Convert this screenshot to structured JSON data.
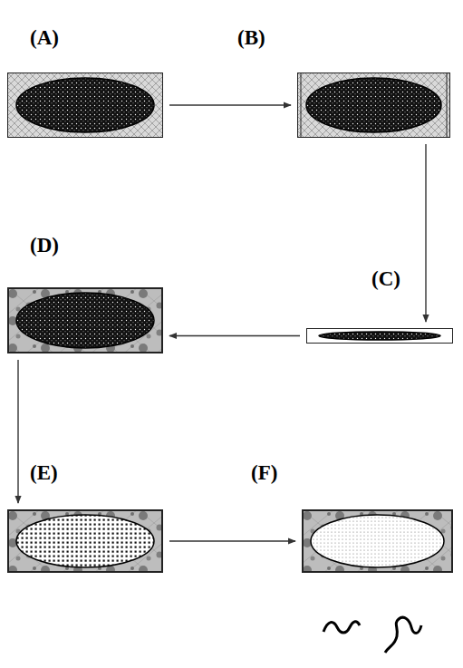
{
  "diagram": {
    "nodes": [
      {
        "text": [
          "(A)"
        ]
      },
      {
        "text": [
          "(B)"
        ]
      },
      {
        "text": [
          "(C)"
        ]
      },
      {
        "text": [
          "(D)"
        ]
      },
      {
        "text": [
          "(E)"
        ]
      },
      {
        "text": [
          "(F)"
        ]
      }
    ],
    "edges": [
      {
        "from": 0,
        "to": 1,
        "arrow": "to"
      },
      {
        "from": 1,
        "to": 2,
        "arrow": "to"
      },
      {
        "from": 2,
        "to": 3,
        "arrow": "to"
      },
      {
        "from": 3,
        "to": 4,
        "arrow": "to"
      },
      {
        "from": 4,
        "to": 5,
        "arrow": "to"
      }
    ]
  }
}
